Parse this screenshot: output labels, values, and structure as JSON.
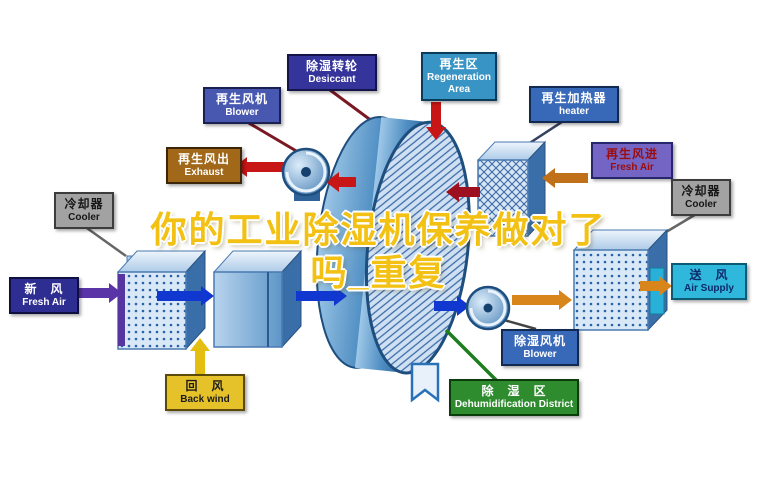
{
  "watermark": {
    "line1": "你的工业除湿机保养做对了",
    "line2": "吗_重复",
    "color": "#f2c113"
  },
  "labels": {
    "desiccant": {
      "zh": "除湿转轮",
      "en": "Desiccant"
    },
    "regen_blower": {
      "zh": "再生风机",
      "en": "Blower"
    },
    "regen_area": {
      "zh": "再生区",
      "en": "Regeneration Area"
    },
    "regen_heater": {
      "zh": "再生加热器",
      "en": "heater"
    },
    "exhaust": {
      "zh": "再生风出",
      "en": "Exhaust"
    },
    "regen_fresh_air": {
      "zh": "再生风进",
      "en": "Fresh Air"
    },
    "cooler_left": {
      "zh": "冷却器",
      "en": "Cooler"
    },
    "cooler_right": {
      "zh": "冷却器",
      "en": "Cooler"
    },
    "fresh_air": {
      "zh": "新　风",
      "en": "Fresh Air"
    },
    "air_supply": {
      "zh": "送　风",
      "en": "Air Supply"
    },
    "back_wind": {
      "zh": "回　风",
      "en": "Back wind"
    },
    "dehumid_blower": {
      "zh": "除湿风机",
      "en": "Blower"
    },
    "dehumid_district": {
      "zh": "除　湿　区",
      "en": "Dehumidification District"
    }
  },
  "colors": {
    "process_air_arrow": "#1038d0",
    "regeneration_arrow": "#c81616",
    "supply_air_arrow": "#d8861c",
    "fresh_air_arrow": "#5a35a8",
    "return_air_arrow": "#e4be10",
    "dehumid_zone_line": "#1e7e1e",
    "rotor_blue": "#2a6298",
    "watermark_yellow": "#f2c113"
  }
}
